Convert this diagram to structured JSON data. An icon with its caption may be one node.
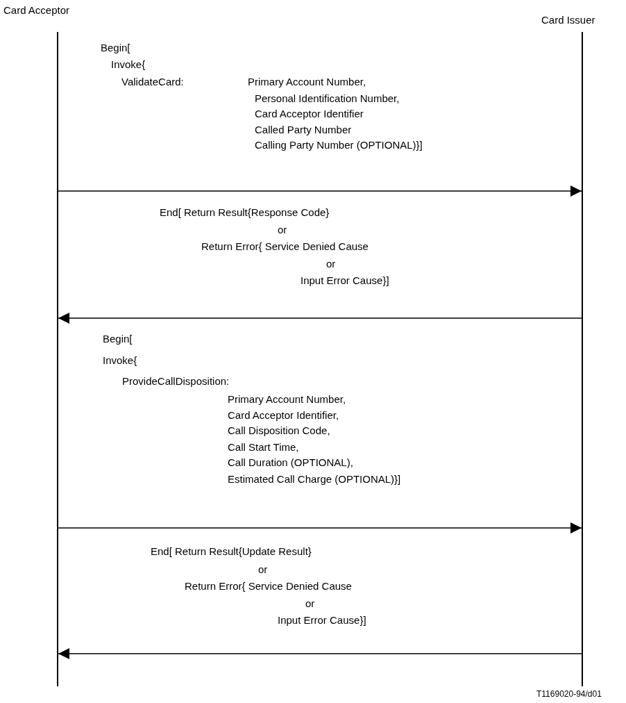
{
  "diagram": {
    "nodes": [
      {
        "text": [
          "Card Acceptor"
        ]
      },
      {
        "text": [
          "Card Issuer"
        ]
      }
    ],
    "edges": [
      {
        "from": 0,
        "to": 1,
        "arrow": "to"
      },
      {
        "from": 1,
        "to": 0,
        "arrow": "to"
      },
      {
        "from": 0,
        "to": 1,
        "arrow": "to"
      },
      {
        "from": 1,
        "to": 0,
        "arrow": "to"
      }
    ],
    "labels": [
      "Begin[",
      "Invoke{",
      "ValidateCard:",
      "Primary Account Number,",
      "Personal Identification Number,",
      "Card Acceptor Identifier",
      "Called Party Number",
      "Calling Party Number (OPTIONAL)}]",
      "End[ Return Result{Response Code}",
      "or",
      "Return Error{ Service Denied Cause",
      "or",
      "Input Error Cause}]",
      "Begin[",
      "Invoke{",
      "ProvideCallDisposition:",
      "Primary Account Number,",
      "Card Acceptor Identifier,",
      "Call Disposition Code,",
      "Call Start Time,",
      "Call Duration (OPTIONAL),",
      "Estimated Call Charge (OPTIONAL)}]",
      "End[ Return Result{Update Result}",
      "or",
      "Return Error{ Service Denied Cause",
      "or",
      "Input Error Cause}]",
      "T1169020-94/d01"
    ]
  }
}
